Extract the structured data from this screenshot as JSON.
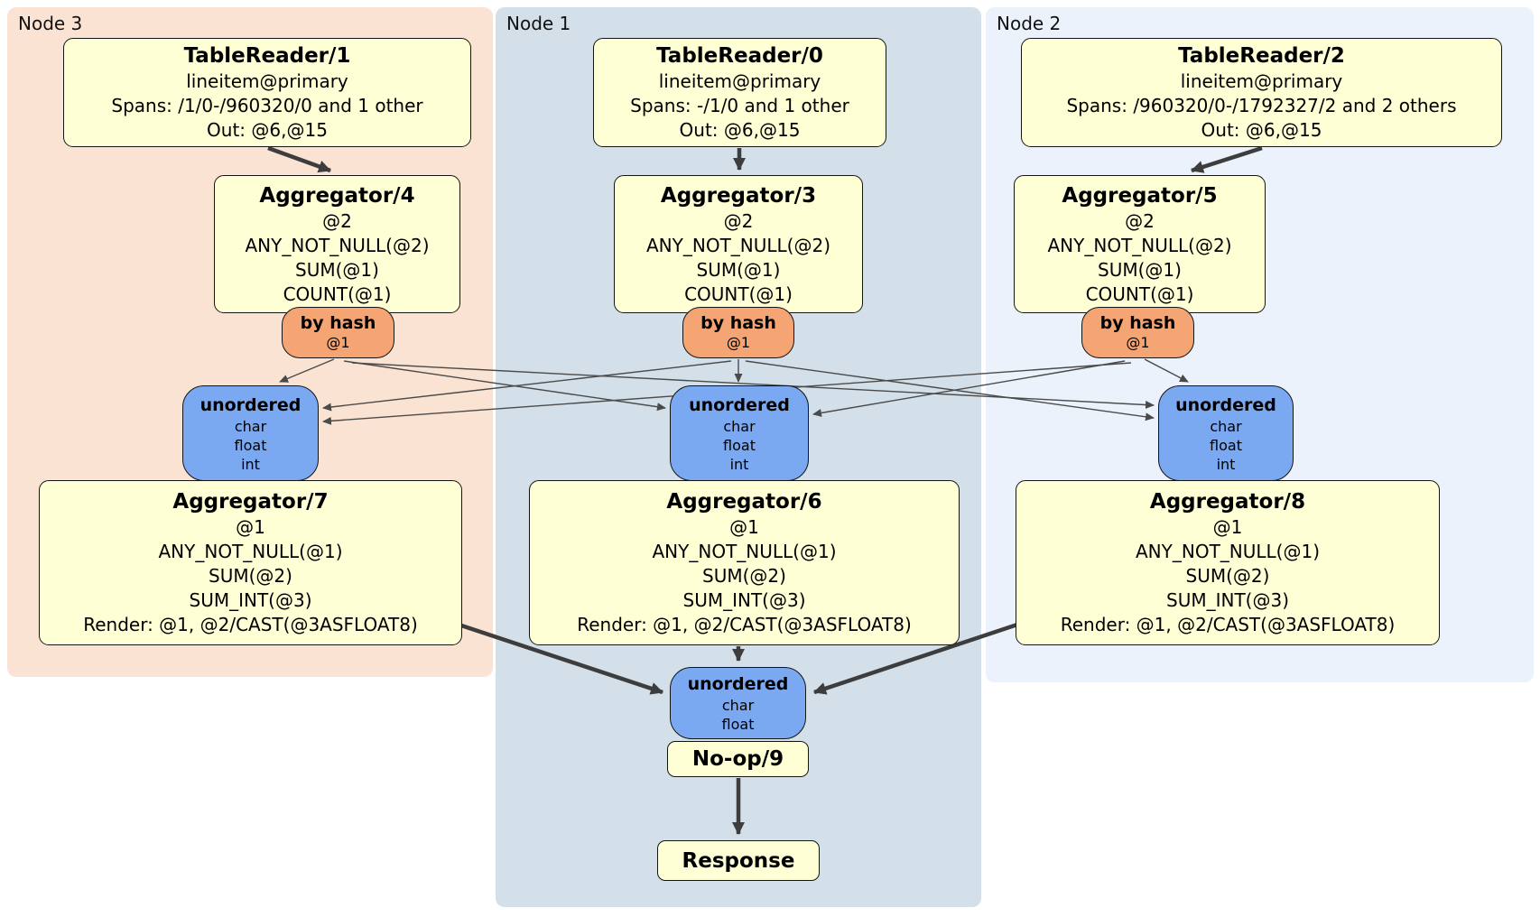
{
  "panels": {
    "node3": {
      "label": "Node 3",
      "color": "#fbe3d3"
    },
    "node1": {
      "label": "Node 1",
      "color": "#d3e0e9"
    },
    "node2": {
      "label": "Node 2",
      "color": "#ebf2fb"
    }
  },
  "colors": {
    "processor_fill": "#ffffd6",
    "router_fill": "#f5a473",
    "sync_fill": "#7aa9f2",
    "edge": "#3d3d3d"
  },
  "processors": {
    "tablereader1": {
      "title": "TableReader/1",
      "lines": [
        "lineitem@primary",
        "Spans: /1/0-/960320/0 and 1 other",
        "Out: @6,@15"
      ]
    },
    "tablereader0": {
      "title": "TableReader/0",
      "lines": [
        "lineitem@primary",
        "Spans: -/1/0 and 1 other",
        "Out: @6,@15"
      ]
    },
    "tablereader2": {
      "title": "TableReader/2",
      "lines": [
        "lineitem@primary",
        "Spans: /960320/0-/1792327/2 and 2 others",
        "Out: @6,@15"
      ]
    },
    "aggregator4": {
      "title": "Aggregator/4",
      "lines": [
        "@2",
        "ANY_NOT_NULL(@2)",
        "SUM(@1)",
        "COUNT(@1)"
      ]
    },
    "aggregator3": {
      "title": "Aggregator/3",
      "lines": [
        "@2",
        "ANY_NOT_NULL(@2)",
        "SUM(@1)",
        "COUNT(@1)"
      ]
    },
    "aggregator5": {
      "title": "Aggregator/5",
      "lines": [
        "@2",
        "ANY_NOT_NULL(@2)",
        "SUM(@1)",
        "COUNT(@1)"
      ]
    },
    "aggregator7": {
      "title": "Aggregator/7",
      "lines": [
        "@1",
        "ANY_NOT_NULL(@1)",
        "SUM(@2)",
        "SUM_INT(@3)",
        "Render: @1, @2/CAST(@3ASFLOAT8)"
      ]
    },
    "aggregator6": {
      "title": "Aggregator/6",
      "lines": [
        "@1",
        "ANY_NOT_NULL(@1)",
        "SUM(@2)",
        "SUM_INT(@3)",
        "Render: @1, @2/CAST(@3ASFLOAT8)"
      ]
    },
    "aggregator8": {
      "title": "Aggregator/8",
      "lines": [
        "@1",
        "ANY_NOT_NULL(@1)",
        "SUM(@2)",
        "SUM_INT(@3)",
        "Render: @1, @2/CAST(@3ASFLOAT8)"
      ]
    },
    "noop": {
      "title": "No-op/9"
    },
    "response": {
      "title": "Response"
    }
  },
  "routers": {
    "hash4": {
      "title": "by hash",
      "sub": "@1"
    },
    "hash3": {
      "title": "by hash",
      "sub": "@1"
    },
    "hash5": {
      "title": "by hash",
      "sub": "@1"
    }
  },
  "syncs": {
    "node3": {
      "title": "unordered",
      "lines": [
        "char",
        "float",
        "int"
      ]
    },
    "node1": {
      "title": "unordered",
      "lines": [
        "char",
        "float",
        "int"
      ]
    },
    "node2": {
      "title": "unordered",
      "lines": [
        "char",
        "float",
        "int"
      ]
    },
    "final": {
      "title": "unordered",
      "lines": [
        "char",
        "float"
      ]
    }
  }
}
